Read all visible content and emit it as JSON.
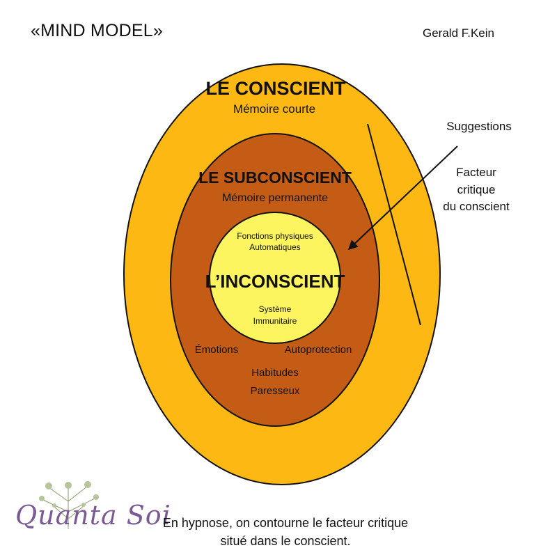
{
  "header": {
    "title": "«MIND MODEL»",
    "author": "Gerald F.Kein"
  },
  "diagram": {
    "outer": {
      "title": "LE CONSCIENT",
      "subtitle": "Mémoire courte",
      "color": "#fdb813"
    },
    "middle": {
      "title": "LE SUBCONSCIENT",
      "subtitle": "Mémoire permanente",
      "items": {
        "left": "Émotions",
        "right": "Autoprotection",
        "bottom1": "Habitudes",
        "bottom2": "Paresseux"
      },
      "color": "#c55c16"
    },
    "inner": {
      "top_line1": "Fonctions physiques",
      "top_line2": "Automatiques",
      "title": "L’INCONSCIENT",
      "bottom_line1": "Système",
      "bottom_line2": "Immunitaire",
      "color": "#fcf55f"
    },
    "annotations": {
      "suggestions": "Suggestions",
      "factor_line1": "Facteur",
      "factor_line2": "critique",
      "factor_line3": "du conscient"
    }
  },
  "footer": {
    "caption_line1": "En hypnose, on contourne le facteur critique",
    "caption_line2": "situé dans le conscient.",
    "logo_text": "Quanta Soi",
    "logo_color": "#7a5a92"
  }
}
